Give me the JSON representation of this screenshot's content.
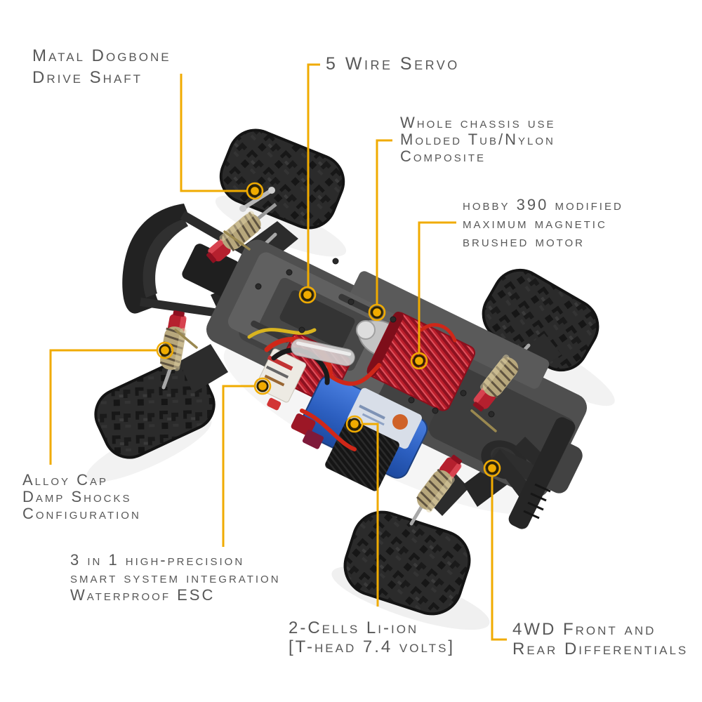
{
  "colors": {
    "page-bg": "#ffffff",
    "accent": "#f0ab00",
    "dot-ring": "#2e2300",
    "label-text": "#585858",
    "motor-heatsink-red": "#bb1e2b",
    "shock-cap-red": "#b5202e",
    "spring-gold": "#b7a77c",
    "battery-blue": "#2c5fc0",
    "tire-black": "#2b2b2b",
    "chassis-gray": "#4f4f4f"
  },
  "labels": {
    "dogbone": {
      "line1": "Matal Dogbone",
      "line2": "Drive Shaft"
    },
    "servo": {
      "line1": "5 Wire Servo"
    },
    "chassis": {
      "line1": "Whole chassis use",
      "line2": "Molded Tub/Nylon",
      "line3": "Composite"
    },
    "motor": {
      "line1": "hobby 390 modified",
      "line2": "maximum magnetic",
      "line3": "brushed motor"
    },
    "shocks": {
      "line1": "Alloy Cap",
      "line2": "Damp Shocks",
      "line3": "Configuration"
    },
    "esc": {
      "line1": "3 in 1 high-precision",
      "line2": "smart system integration",
      "line3": "Waterproof ESC"
    },
    "battery": {
      "line1": "2-Cells Li-ion",
      "line2": "[T-head 7.4 volts]"
    },
    "differential": {
      "line1": "4WD Front and",
      "line2": "Rear Differentials"
    }
  }
}
